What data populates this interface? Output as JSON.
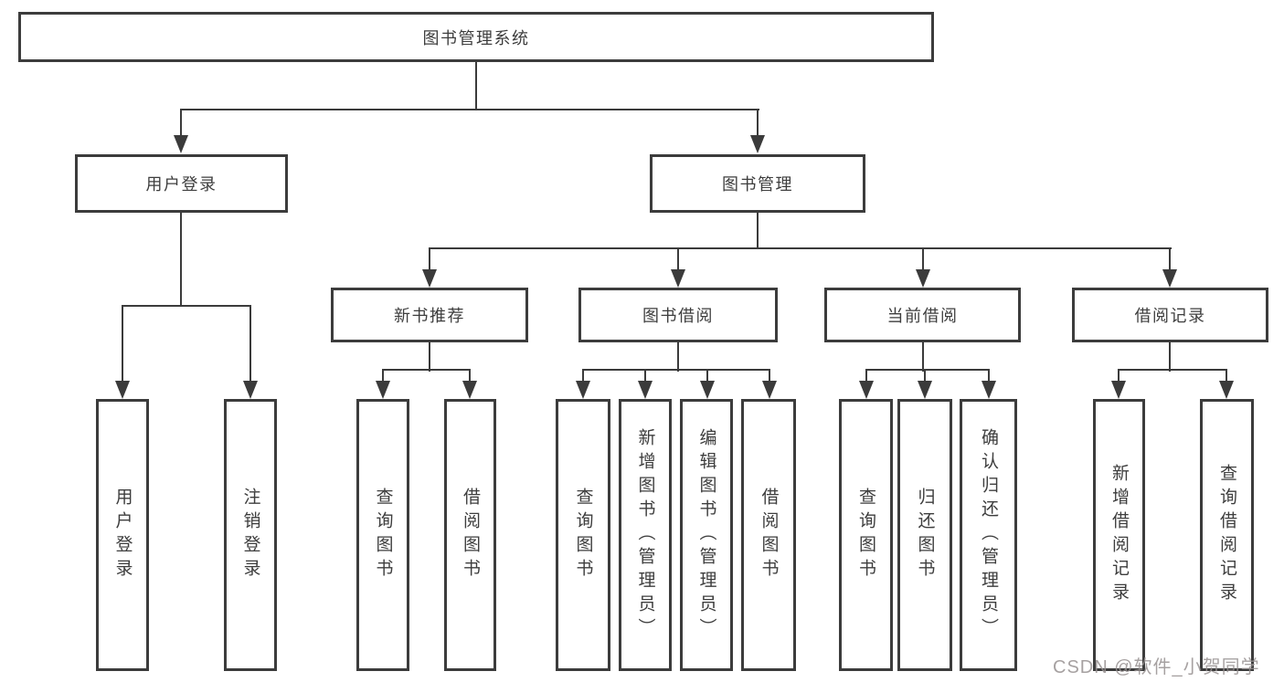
{
  "diagram": {
    "root": "图书管理系统",
    "branches": [
      {
        "label": "用户登录",
        "children": [
          "用户登录",
          "注销登录"
        ]
      },
      {
        "label": "图书管理",
        "children": [
          {
            "label": "新书推荐",
            "children": [
              "查询图书",
              "借阅图书"
            ]
          },
          {
            "label": "图书借阅",
            "children": [
              "查询图书",
              "新增图书（管理员）",
              "编辑图书（管理员）",
              "借阅图书"
            ]
          },
          {
            "label": "当前借阅",
            "children": [
              "查询图书",
              "归还图书",
              "确认归还（管理员）"
            ]
          },
          {
            "label": "借阅记录",
            "children": [
              "新增借阅记录",
              "查询借阅记录"
            ]
          }
        ]
      }
    ],
    "colors": {
      "line": "#3b3b3b",
      "box_border": "#3c3c3c",
      "text": "#3d3d3d",
      "background": "#ffffff"
    }
  },
  "watermark": "CSDN @软件_小贺同学"
}
